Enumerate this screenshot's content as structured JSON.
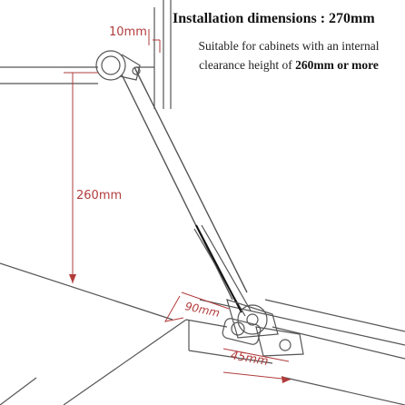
{
  "title": "Installation dimensions : 270mm",
  "note": {
    "line1": "Suitable for cabinets with an internal",
    "line2_prefix": "clearance height of ",
    "line2_bold": "260mm or more"
  },
  "dimensions": {
    "top_gap": "10mm",
    "height": "260mm",
    "bracket_angle_label": "90mm",
    "base_offset": "45mm"
  },
  "colors": {
    "line": "#555555",
    "dimension": "#b23c3c",
    "background": "#ffffff"
  }
}
